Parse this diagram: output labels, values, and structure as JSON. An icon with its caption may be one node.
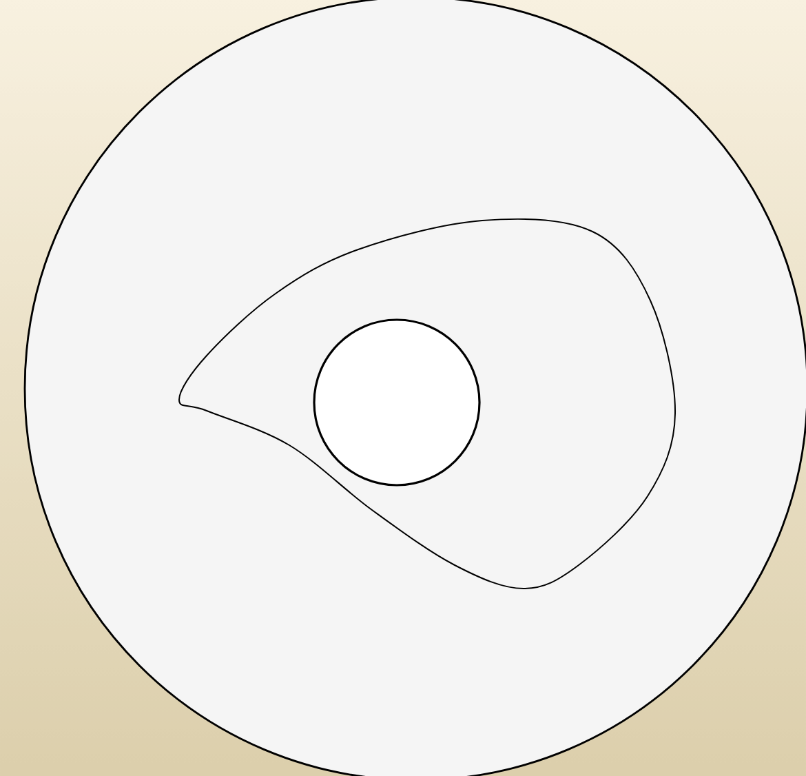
{
  "diagram": {
    "nodes": [
      {
        "text": [],
        "shape": "circle"
      },
      {
        "text": [],
        "shape": "loop",
        "in": 0
      },
      {
        "text": [],
        "shape": "circle",
        "in": 1
      }
    ]
  }
}
